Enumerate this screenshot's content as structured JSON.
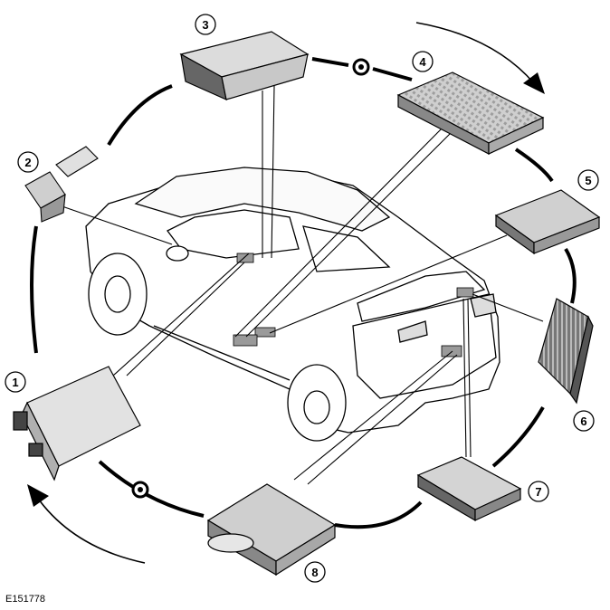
{
  "figure": {
    "id_label": "E151778"
  },
  "callouts": [
    {
      "label": "1",
      "module": "module-1-icon"
    },
    {
      "label": "2",
      "module": "module-2-icon"
    },
    {
      "label": "3",
      "module": "module-3-icon"
    },
    {
      "label": "4",
      "module": "module-4-icon"
    },
    {
      "label": "5",
      "module": "module-5-icon"
    },
    {
      "label": "6",
      "module": "module-6-icon"
    },
    {
      "label": "7",
      "module": "module-7-icon"
    },
    {
      "label": "8",
      "module": "module-8-icon"
    }
  ],
  "colors": {
    "line": "#000000",
    "module_fill": "#d9d9d9",
    "module_dark": "#555555",
    "vehicle_fill": "#ffffff",
    "highlight": "#9a9a9a"
  }
}
